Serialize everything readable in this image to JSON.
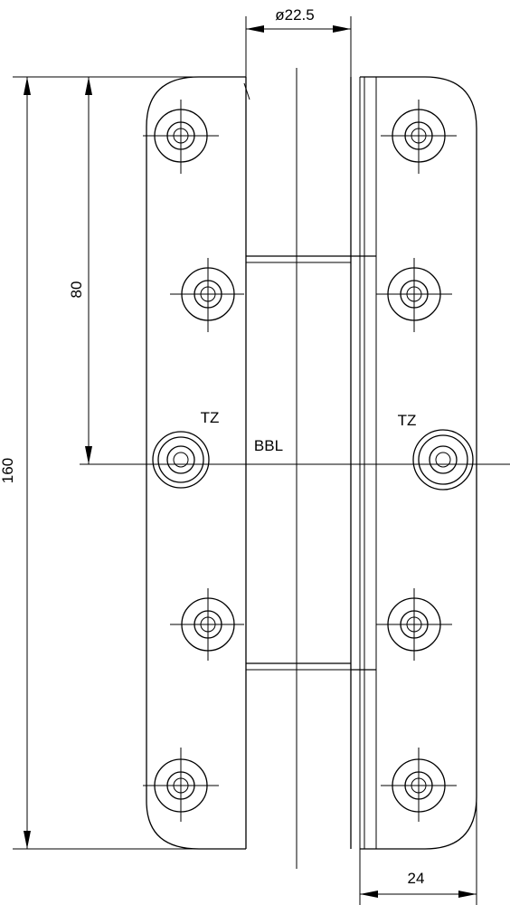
{
  "dimensions": {
    "pin_diameter": "ø22.5",
    "total_height": "160",
    "hole_spacing": "80",
    "leaf_width": "24"
  },
  "labels": {
    "left_hole": "TZ",
    "right_hole": "TZ",
    "center": "BBL"
  }
}
